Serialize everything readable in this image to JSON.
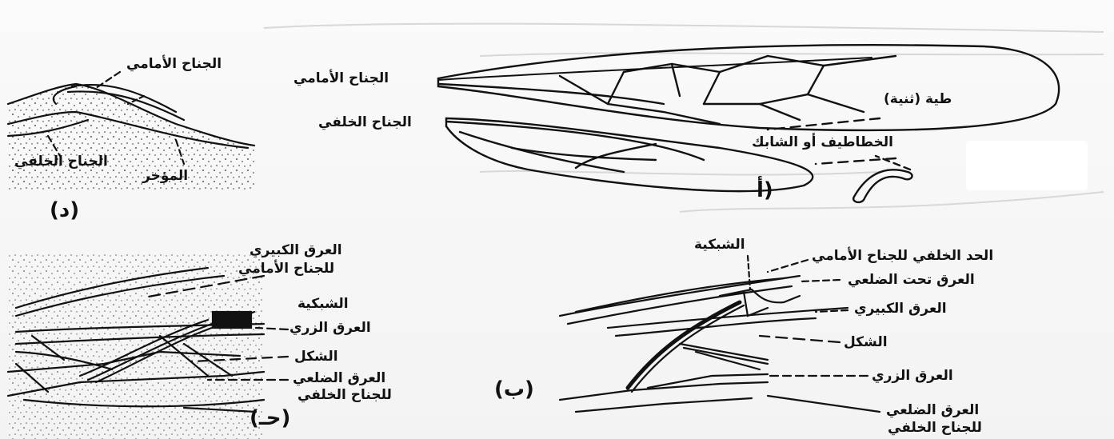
{
  "panels": {
    "a": {
      "letter": "(أ",
      "labels": {
        "forewing": "الجناح الأمامي",
        "hindwing": "الجناح الخلفي",
        "fold": "طية (ثنية)",
        "hooks": "الخطاطيف أو الشابك"
      }
    },
    "b": {
      "letter": "(ب)",
      "labels": {
        "reticulum": "الشبكية",
        "forewing_posterior_margin": "الحد الخلفي للجناح الأمامي",
        "subcostal_vein": "العرق تحت الضلعي",
        "major_vein": "العرق الكبيري",
        "frenulum": "الشكل",
        "anal_vein": "العرق الزري",
        "hindwing_costal_vein_1": "العرق الضلعي",
        "hindwing_costal_vein_2": "للجناح الخلفي"
      }
    },
    "c": {
      "letter": "(حـ)",
      "labels": {
        "major_vein_1": "العرق الكبيري",
        "major_vein_2": "للجناح الأمامي",
        "reticulum": "الشبكية",
        "anal_vein": "العرق الزري",
        "frenulum": "الشكل",
        "costal_vein_1": "العرق الضلعي",
        "costal_vein_2": "للجناح الخلفي"
      }
    },
    "d": {
      "letter": "(د)",
      "labels": {
        "forewing": "الجناح الأمامي",
        "hindwing": "الجناح الخلفي",
        "tail": "المؤخر"
      }
    }
  },
  "colors": {
    "ink": "#111111",
    "paper": "#f7f7f7"
  }
}
